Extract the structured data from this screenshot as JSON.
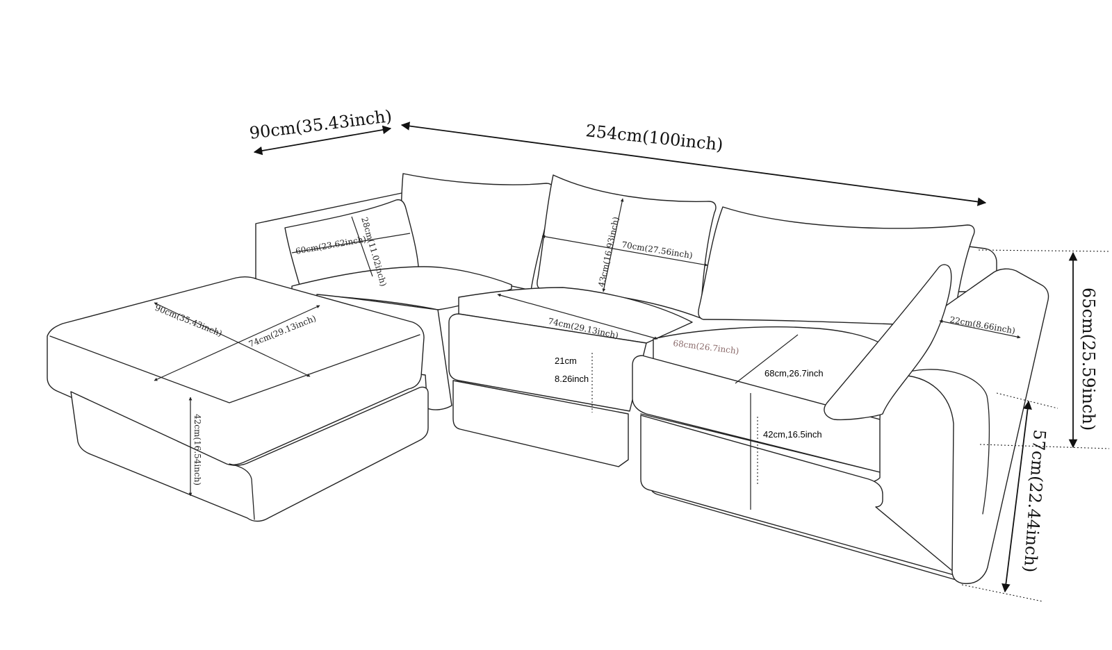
{
  "dimensions": {
    "overall_depth": "90cm(35.43inch)",
    "overall_length": "254cm(100inch)",
    "overall_height": "65cm(25.59inch)",
    "arm_height": "57cm(22.44inch)",
    "arm_width": "22cm(8.66inch)"
  },
  "ottoman": {
    "width": "90cm(35.43inch)",
    "depth": "74cm(29.13inch)",
    "height": "42cm(16.54inch)"
  },
  "small_pillow": {
    "width": "60cm(23.62inch)",
    "height": "28cm(11.02inch)"
  },
  "back_pillow": {
    "width": "70cm(27.56inch)",
    "height": "43cm(16.93inch)"
  },
  "middle_seat": {
    "depth": "74cm(29.13inch)",
    "cushion_cm": "21cm",
    "cushion_inch": "8.26inch"
  },
  "right_seat": {
    "depth_faded": "68cm(26.7inch)",
    "depth": "68cm,26.7inch",
    "height": "42cm,16.5inch"
  }
}
